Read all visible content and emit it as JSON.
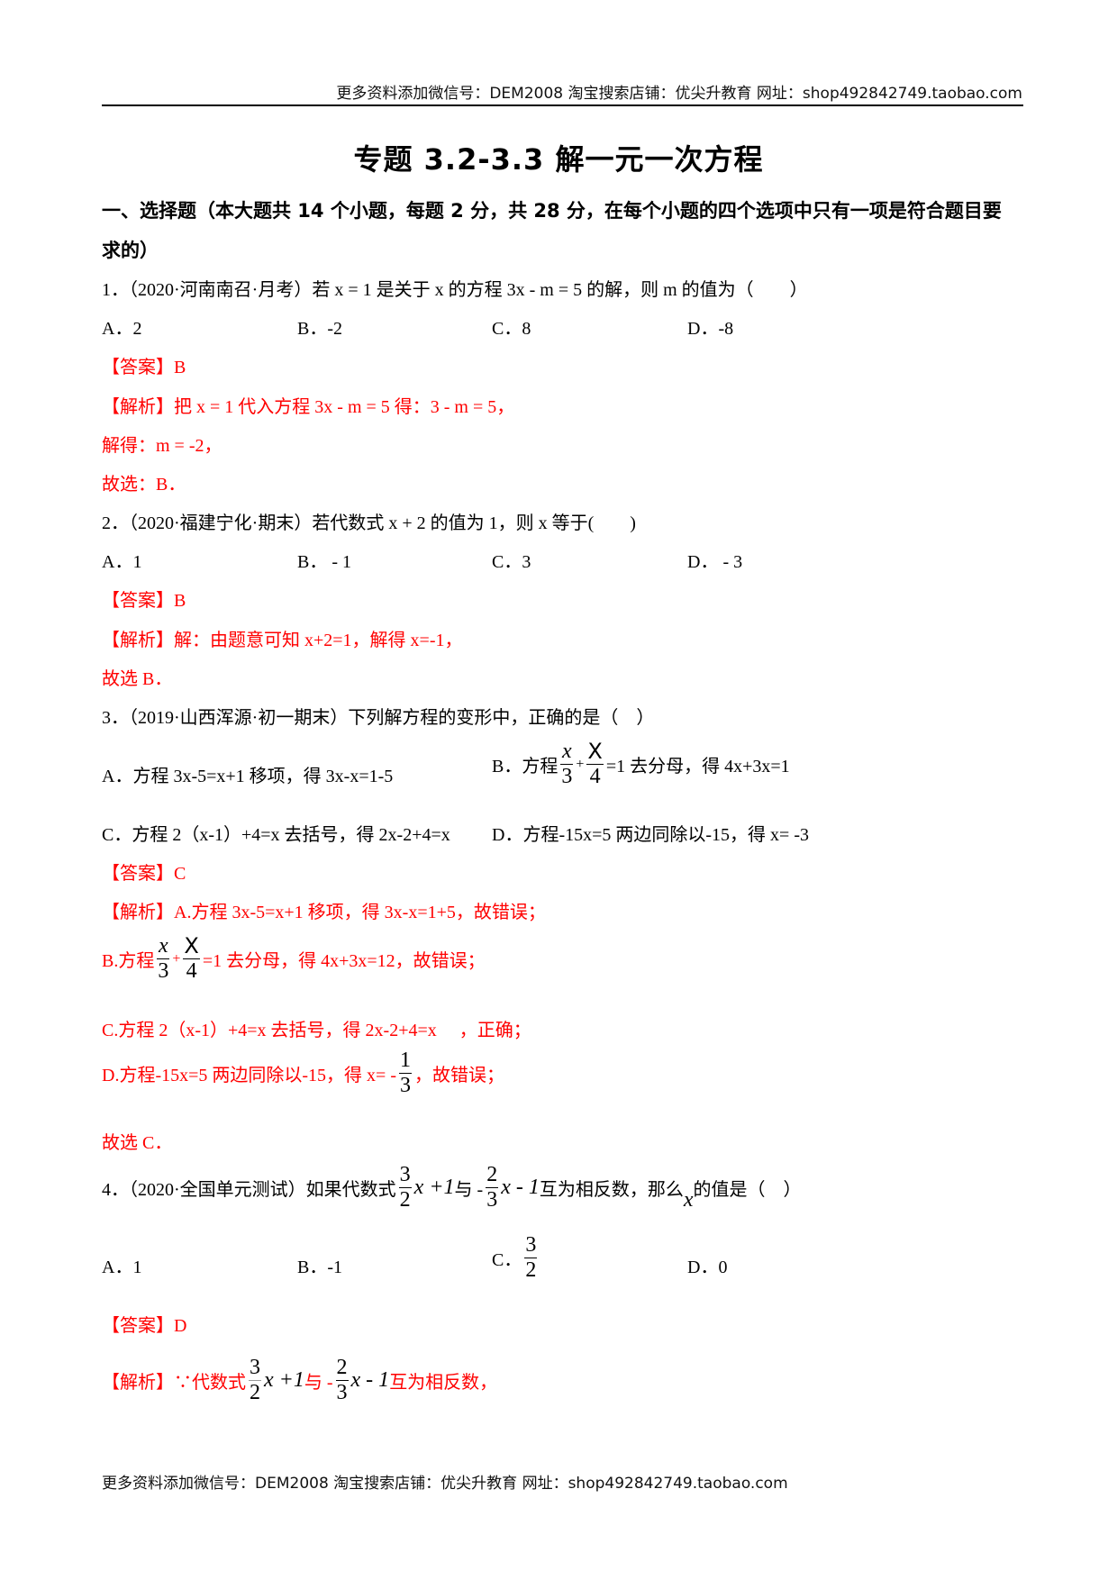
{
  "header": {
    "text": "更多资料添加微信号：DEM2008  淘宝搜索店铺：优尖升教育 网址：shop492842749.taobao.com"
  },
  "title": "专题 3.2-3.3 解一元一次方程",
  "section": {
    "line1": "一、选择题（本大题共 14 个小题，每题 2 分，共 28 分，在每个小题的四个选项中只有一项是符合题目要",
    "line2": "求的）"
  },
  "questions": [
    {
      "stem": "1．（2020·河南南召·月考）若 x = 1 是关于 x 的方程 3x - m = 5 的解，则 m 的值为（　　）",
      "options": [
        "A．2",
        "B．-2",
        "C．8",
        "D．-8"
      ],
      "answer": "【答案】B",
      "analysis": [
        "【解析】把 x = 1 代入方程 3x - m = 5 得：3 - m = 5，",
        "解得：m = -2，",
        "故选：B．"
      ]
    },
    {
      "stem": "2．（2020·福建宁化·期末）若代数式 x + 2 的值为 1，则 x 等于(　　)",
      "options": [
        "A．1",
        "B． - 1",
        "C．3",
        "D． - 3"
      ],
      "answer": "【答案】B",
      "analysis": [
        "【解析】解：由题意可知 x+2=1，解得 x=-1，",
        "故选 B．"
      ]
    },
    {
      "stem": "3．（2019·山西浑源·初一期末）下列解方程的变形中，正确的是（　）",
      "options": {
        "A": "A．方程 3x-5=x+1 移项，得 3x-x=1-5",
        "B_pre": "B．方程",
        "B_frac1": {
          "num": "x",
          "den": "3"
        },
        "B_plus": "+",
        "B_frac2": {
          "num": "X",
          "den": "4"
        },
        "B_post": "=1 去分母，得 4x+3x=1",
        "C": "C．方程 2（x-1）+4=x 去括号，得 2x-2+4=x",
        "D": "D．方程-15x=5 两边同除以-15，得 x= -3"
      },
      "answer": "【答案】C",
      "analysis": {
        "A": "【解析】A.方程 3x-5=x+1 移项，得 3x-x=1+5，故错误；",
        "B_pre": "B.方程",
        "B_post": "=1 去分母，得 4x+3x=12，故错误；",
        "C": "C.方程 2（x-1）+4=x 去括号，得 2x-2+4=x　 ，正确；",
        "D_pre": "D.方程-15x=5 两边同除以-15，得 x= -",
        "D_frac": {
          "num": "1",
          "den": "3"
        },
        "D_post": "，故错误；",
        "conclusion": "故选 C．"
      }
    },
    {
      "stem_pre": "4．（2020·全国单元测试）如果代数式",
      "frac1": {
        "num": "3",
        "den": "2"
      },
      "expr1": "x +1",
      "mid": "与 -",
      "frac2": {
        "num": "2",
        "den": "3"
      },
      "expr2": "x - 1",
      "stem_post1": "互为相反数，那么",
      "var": "x",
      "stem_post2": "的值是（　）",
      "options": {
        "A": "A．1",
        "B": "B．-1",
        "C_pre": "C．",
        "C_frac": {
          "num": "3",
          "den": "2"
        },
        "D": "D．0"
      },
      "answer": "【答案】D",
      "analysis": {
        "pre": "【解析】∵代数式",
        "frac1": {
          "num": "3",
          "den": "2"
        },
        "expr1": "x +1",
        "mid": "与 -",
        "frac2": {
          "num": "2",
          "den": "3"
        },
        "expr2": "x - 1",
        "post": "互为相反数，"
      }
    }
  ],
  "footer": {
    "text": "更多资料添加微信号：DEM2008  淘宝搜索店铺：优尖升教育 网址：shop492842749.taobao.com"
  },
  "colors": {
    "answer_red": "#ff0000",
    "text": "#000000"
  }
}
